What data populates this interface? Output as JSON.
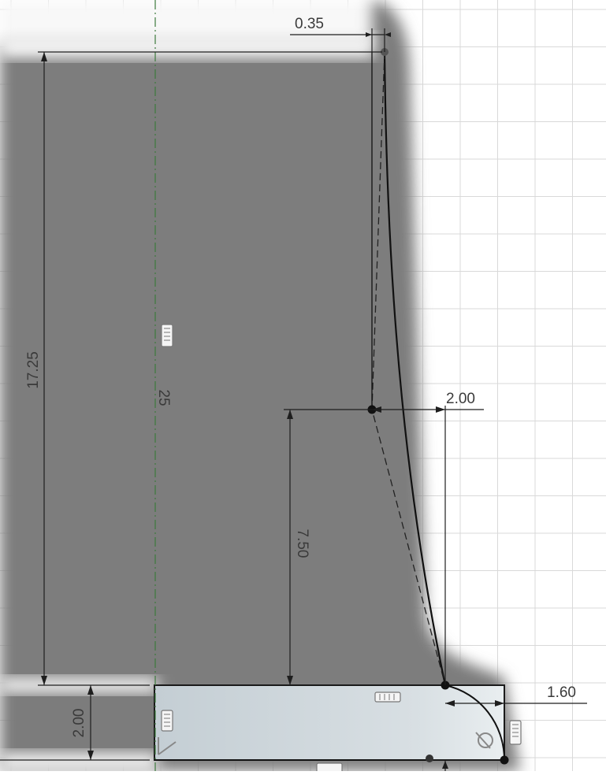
{
  "colors": {
    "background": "#ffffff",
    "body_fill": "#7a7a7a",
    "selected_profile_fill": "#c9d3d9",
    "sketch_line": "#111111",
    "dimension_line": "#1e1e1e",
    "construction_axis": "#3d7a3d",
    "grid_line": "#d4d4d4"
  },
  "dimensions": {
    "top_offset": "0.35",
    "height_main": "17.25",
    "axis_label": "25",
    "offset_mid": "2.00",
    "height_lower": "7.50",
    "fillet_radius": "1.60",
    "base_height": "2.00"
  },
  "constraint_icons": [
    "horizontal-constraint-icon",
    "vertical-constraint-icon",
    "perpendicular-constraint-icon",
    "tangent-constraint-icon"
  ]
}
